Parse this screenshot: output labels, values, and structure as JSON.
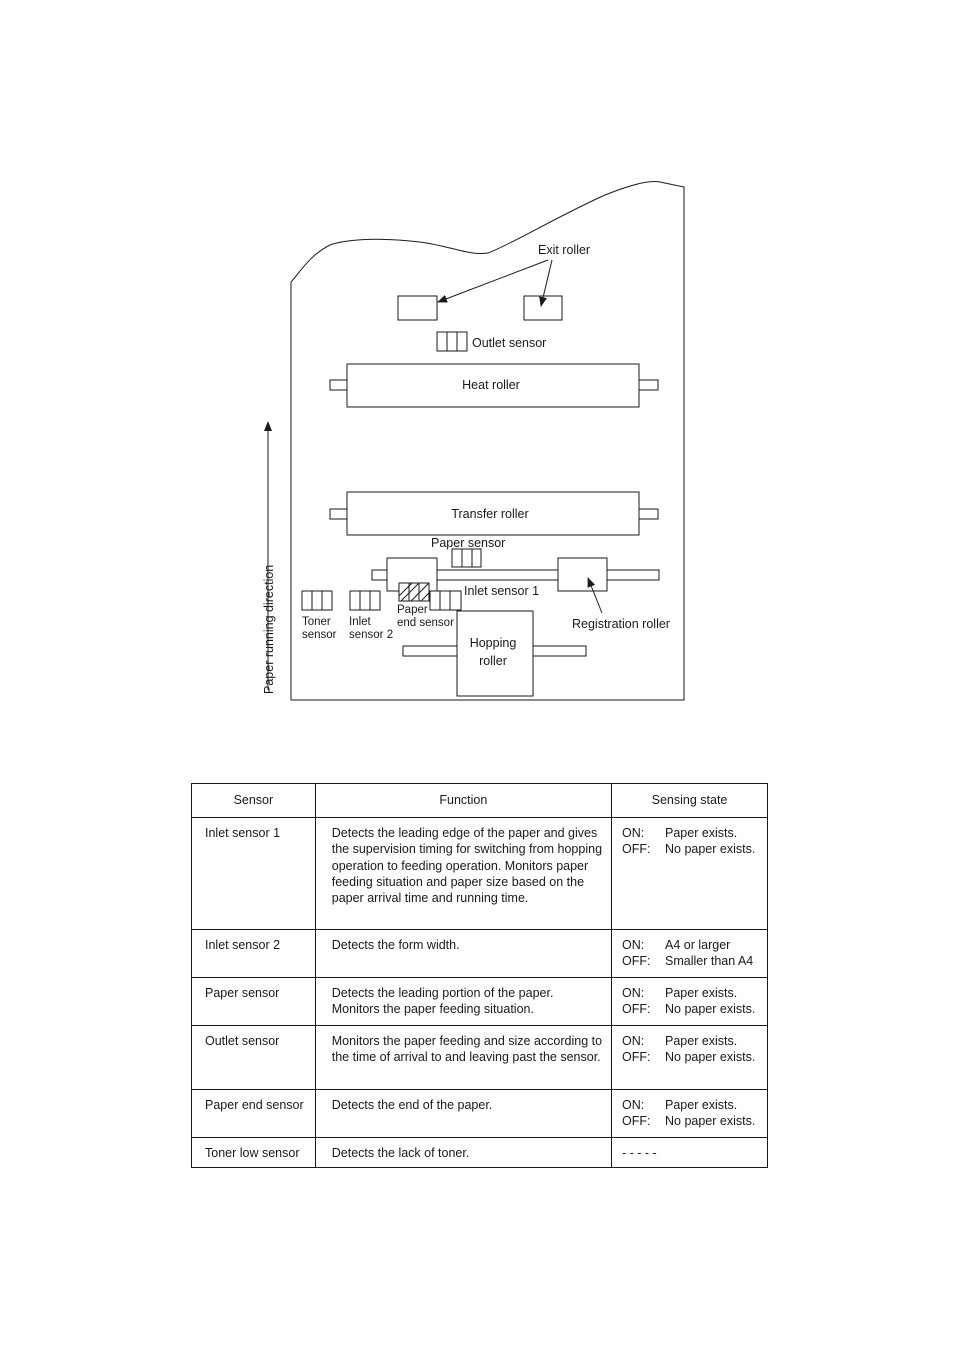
{
  "diagram": {
    "labels": {
      "exit_roller": "Exit roller",
      "outlet_sensor": "Outlet sensor",
      "heat_roller": "Heat roller",
      "transfer_roller": "Transfer roller",
      "paper_sensor": "Paper sensor",
      "inlet_sensor_1": "Inlet sensor 1",
      "registration_roller": "Registration roller",
      "hopping_roller": [
        "Hopping",
        "roller"
      ],
      "paper_end_sensor": [
        "Paper",
        "end sensor"
      ],
      "toner_sensor": [
        "Toner",
        "sensor"
      ],
      "inlet_sensor_2": [
        "Inlet",
        "sensor 2"
      ],
      "paper_running_direction": "Paper running direction"
    }
  },
  "table": {
    "headers": [
      "Sensor",
      "Function",
      "Sensing state"
    ],
    "rows": [
      {
        "sensor": "Inlet sensor 1",
        "function": "Detects the leading edge of the paper and gives the supervision timing for switching from hopping operation to feeding operation. Monitors paper feeding situation and paper size based on the paper arrival time and running time.",
        "on_key": "ON:",
        "on_val": "Paper exists.",
        "off_key": "OFF:",
        "off_val": "No paper exists."
      },
      {
        "sensor": "Inlet sensor 2",
        "function": "Detects the form width.",
        "on_key": "ON:",
        "on_val": "A4 or larger",
        "off_key": "OFF:",
        "off_val": "Smaller than A4"
      },
      {
        "sensor": "Paper sensor",
        "function": "Detects the leading portion of the paper. Monitors the paper feeding situation.",
        "on_key": "ON:",
        "on_val": "Paper exists.",
        "off_key": "OFF:",
        "off_val": "No paper exists."
      },
      {
        "sensor": "Outlet sensor",
        "function": "Monitors the paper feeding and size according to the time of arrival to and leaving past the sensor.",
        "on_key": "ON:",
        "on_val": "Paper exists.",
        "off_key": "OFF:",
        "off_val": "No paper exists."
      },
      {
        "sensor": "Paper end sensor",
        "function": "Detects the end of the paper.",
        "on_key": "ON:",
        "on_val": "Paper exists.",
        "off_key": "OFF:",
        "off_val": "No paper exists."
      },
      {
        "sensor": "Toner low sensor",
        "function": "Detects the lack of toner.",
        "state_text": "- - - - -"
      }
    ]
  }
}
